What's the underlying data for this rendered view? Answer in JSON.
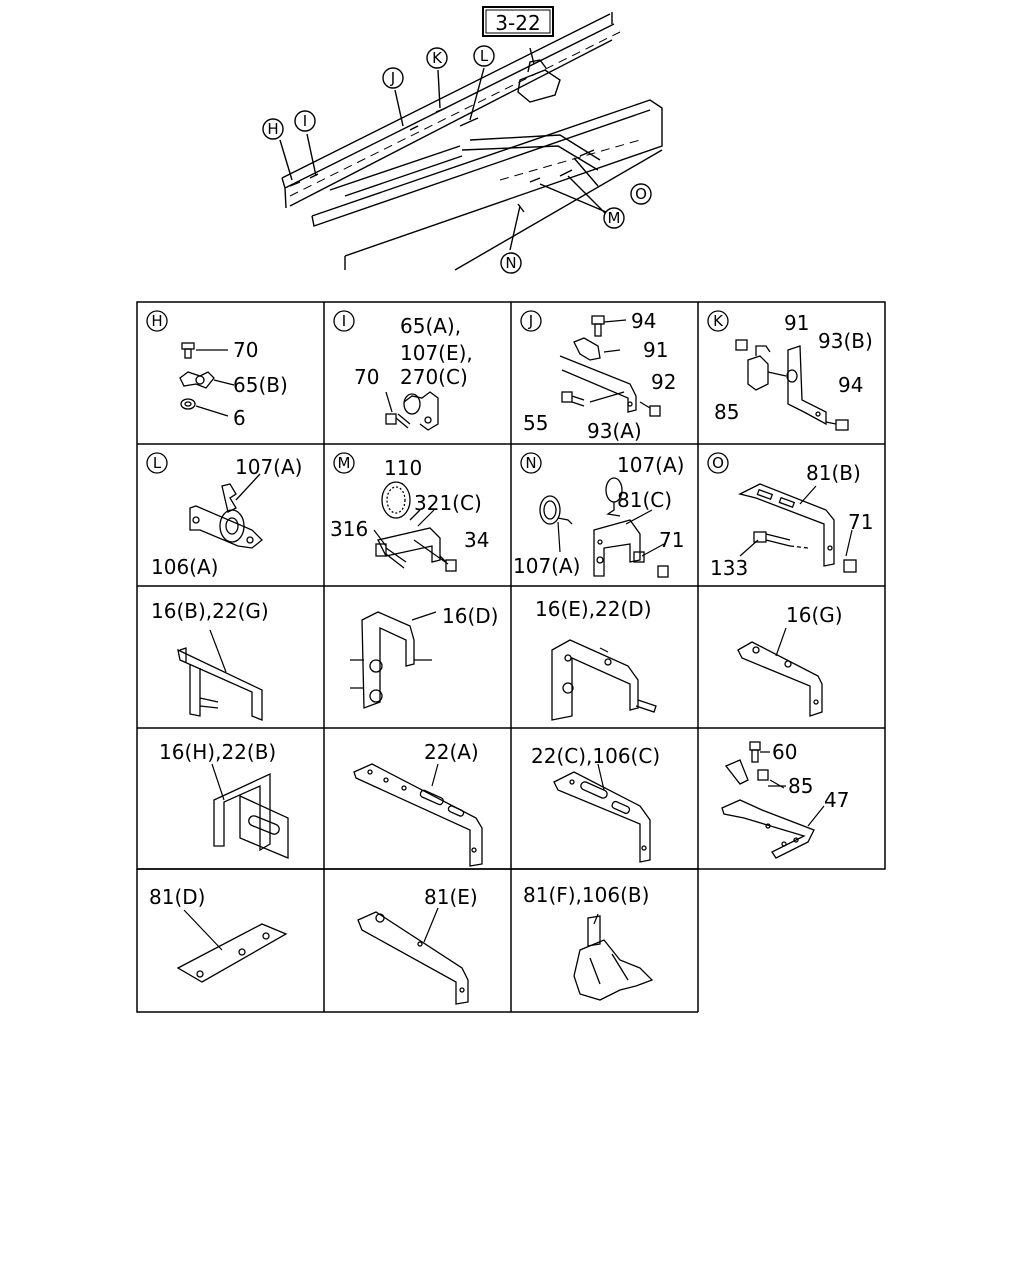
{
  "reference_box": "3-22",
  "overview_callouts": [
    "H",
    "I",
    "J",
    "K",
    "L",
    "M",
    "N",
    "O"
  ],
  "panels": [
    {
      "letter": "H",
      "labels": [
        "70",
        "65(B)",
        "6"
      ]
    },
    {
      "letter": "I",
      "labels": [
        "65(A),",
        "107(E),",
        "270(C)",
        "70"
      ]
    },
    {
      "letter": "J",
      "labels": [
        "94",
        "91",
        "92",
        "55",
        "93(A)"
      ]
    },
    {
      "letter": "K",
      "labels": [
        "91",
        "93(B)",
        "94",
        "85"
      ]
    },
    {
      "letter": "L",
      "labels": [
        "107(A)",
        "106(A)"
      ]
    },
    {
      "letter": "M",
      "labels": [
        "110",
        "321(C)",
        "316",
        "34"
      ]
    },
    {
      "letter": "N",
      "labels": [
        "107(A)",
        "81(C)",
        "71",
        "107(A)"
      ]
    },
    {
      "letter": "O",
      "labels": [
        "81(B)",
        "71",
        "133"
      ]
    },
    {
      "letter": "",
      "labels": [
        "16(B),22(G)"
      ]
    },
    {
      "letter": "",
      "labels": [
        "16(D)"
      ]
    },
    {
      "letter": "",
      "labels": [
        "16(E),22(D)"
      ]
    },
    {
      "letter": "",
      "labels": [
        "16(G)"
      ]
    },
    {
      "letter": "",
      "labels": [
        "16(H),22(B)"
      ]
    },
    {
      "letter": "",
      "labels": [
        "22(A)"
      ]
    },
    {
      "letter": "",
      "labels": [
        "22(C),106(C)"
      ]
    },
    {
      "letter": "",
      "labels": [
        "60",
        "85",
        "47"
      ]
    },
    {
      "letter": "",
      "labels": [
        "81(D)"
      ]
    },
    {
      "letter": "",
      "labels": [
        "81(E)"
      ]
    },
    {
      "letter": "",
      "labels": [
        "81(F),106(B)"
      ]
    }
  ]
}
